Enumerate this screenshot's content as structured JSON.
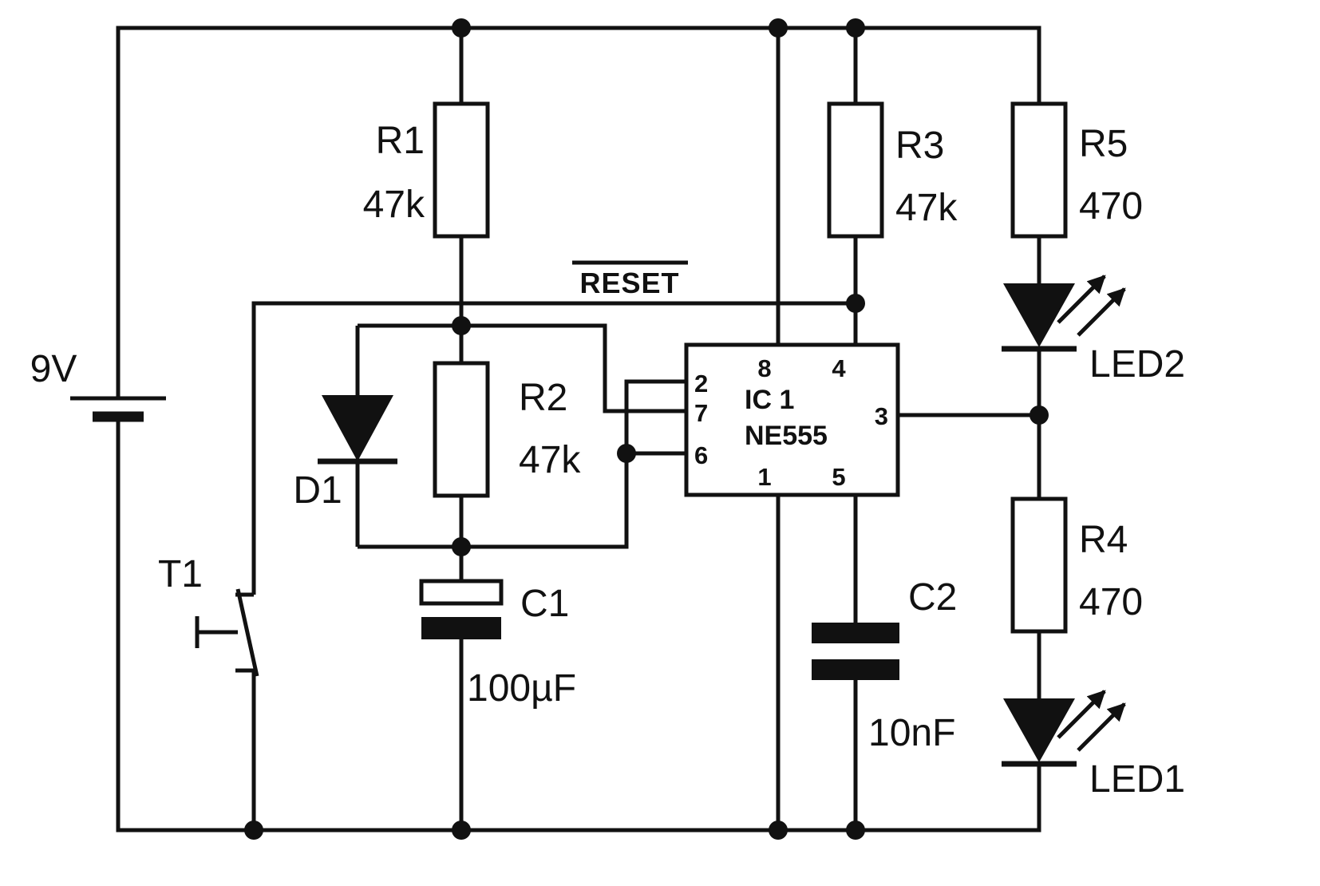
{
  "schematic": {
    "battery": {
      "label": "9V"
    },
    "t1": {
      "label": "T1"
    },
    "d1": {
      "label": "D1"
    },
    "r1": {
      "name": "R1",
      "value": "47k"
    },
    "r2": {
      "name": "R2",
      "value": "47k"
    },
    "r3": {
      "name": "R3",
      "value": "47k"
    },
    "r4": {
      "name": "R4",
      "value": "470"
    },
    "r5": {
      "name": "R5",
      "value": "470"
    },
    "c1": {
      "name": "C1",
      "value": "100µF"
    },
    "c2": {
      "name": "C2",
      "value": "10nF"
    },
    "led1": {
      "label": "LED1"
    },
    "led2": {
      "label": "LED2"
    },
    "ic1": {
      "designator": "IC 1",
      "part": "NE555",
      "pins": {
        "1": "1",
        "2": "2",
        "3": "3",
        "4": "4",
        "5": "5",
        "6": "6",
        "7": "7",
        "8": "8"
      }
    },
    "nets": {
      "reset": "RESET"
    },
    "colors": {
      "ink": "#111111",
      "background": "#ffffff"
    }
  }
}
